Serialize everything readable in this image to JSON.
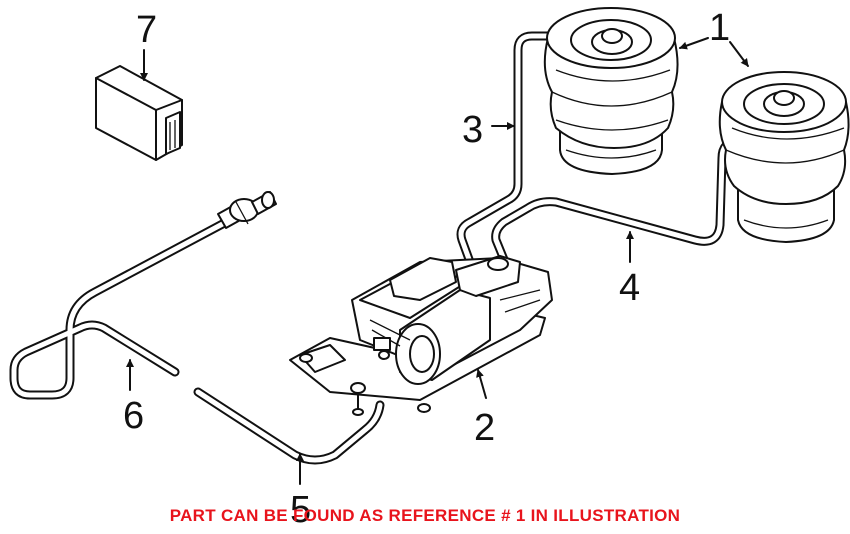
{
  "callouts": {
    "c1": "1",
    "c2": "2",
    "c3": "3",
    "c4": "4",
    "c5": "5",
    "c6": "6",
    "c7": "7"
  },
  "caption": {
    "text": "PART CAN BE FOUND AS REFERENCE # 1 IN ILLUSTRATION",
    "color": "#e8141c"
  }
}
